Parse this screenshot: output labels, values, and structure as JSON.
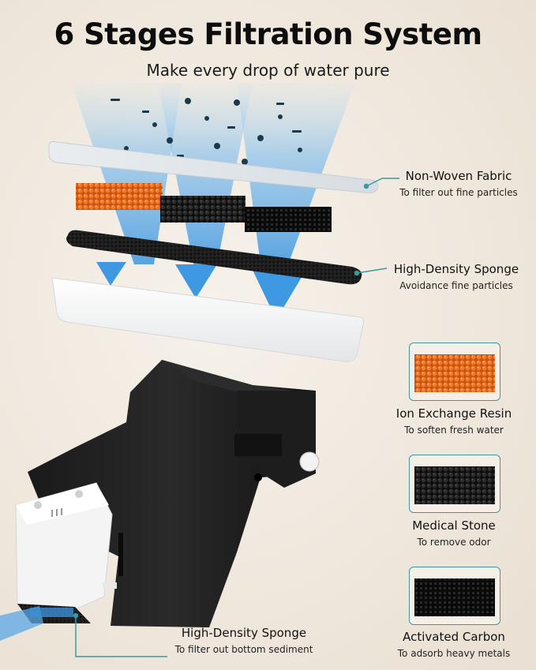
{
  "header": {
    "title": "6 Stages Filtration System",
    "subtitle": "Make every drop of water pure"
  },
  "layers": [
    {
      "name": "Non-Woven Fabric",
      "desc": "To filter out fine particles"
    },
    {
      "name": "High-Density Sponge",
      "desc": "Avoidance fine particles"
    },
    {
      "name": "Ion Exchange Resin",
      "desc": "To soften fresh water",
      "color": "#e8661c"
    },
    {
      "name": "Medical Stone",
      "desc": "To remove odor",
      "color": "#1b1b1b"
    },
    {
      "name": "Activated Carbon",
      "desc": "To adsorb heavy metals",
      "color": "#151515"
    },
    {
      "name": "High-Density Sponge",
      "desc": "To filter out bottom sediment"
    }
  ],
  "colors": {
    "accent_line": "#3a9aa0",
    "water": "#5aa8e6",
    "resin": "#e8661c",
    "carbon": "#161616"
  },
  "icons": [
    "water-flow-arrow-icon",
    "filter-cartridge-icon"
  ]
}
